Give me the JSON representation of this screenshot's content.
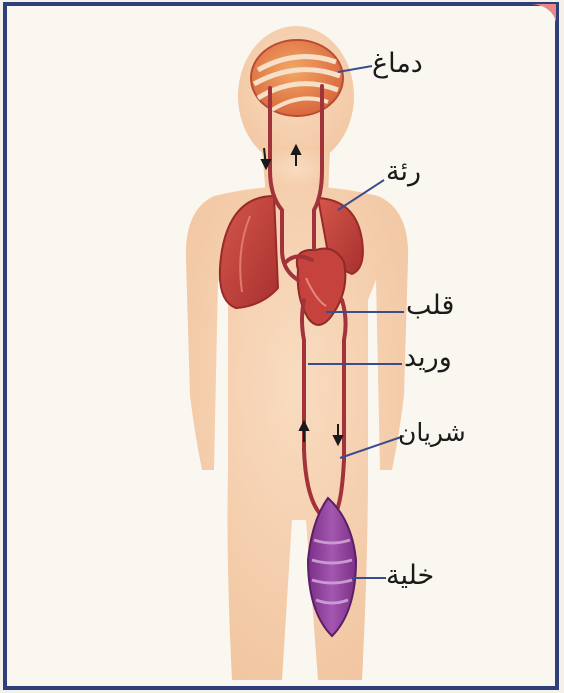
{
  "labels": {
    "brain": "دماغ",
    "lung": "رئة",
    "heart": "قلب",
    "vein": "وريد",
    "artery": "شريان",
    "cell": "خلية"
  },
  "colors": {
    "background": "#f4f1ea",
    "frame": "#2f3f7a",
    "skin": "#f6d2b0",
    "vessel": "#a2333a",
    "organ": "#c6423d",
    "cell": "#8e3c9a",
    "pointer_line": "#3a4e8e"
  },
  "icons": {
    "flow_up": "arrow-up-icon",
    "flow_down": "arrow-down-icon"
  }
}
